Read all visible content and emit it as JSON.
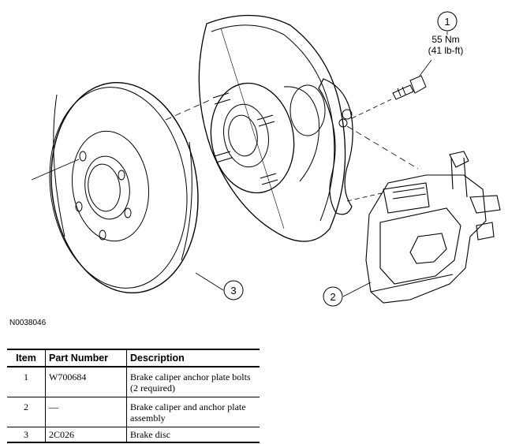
{
  "callouts": {
    "c1": "1",
    "c2": "2",
    "c3": "3"
  },
  "torque": {
    "line1": "55 Nm",
    "line2": "(41 lb-ft)"
  },
  "figure_id": "N0038046",
  "table": {
    "headers": [
      "Item",
      "Part Number",
      "Description"
    ],
    "rows": [
      {
        "item": "1",
        "part": "W700684",
        "desc": "Brake caliper anchor plate bolts (2 required)"
      },
      {
        "item": "2",
        "part": "—",
        "desc": "Brake caliper and anchor plate assembly"
      },
      {
        "item": "3",
        "part": "2C026",
        "desc": "Brake disc"
      }
    ]
  }
}
